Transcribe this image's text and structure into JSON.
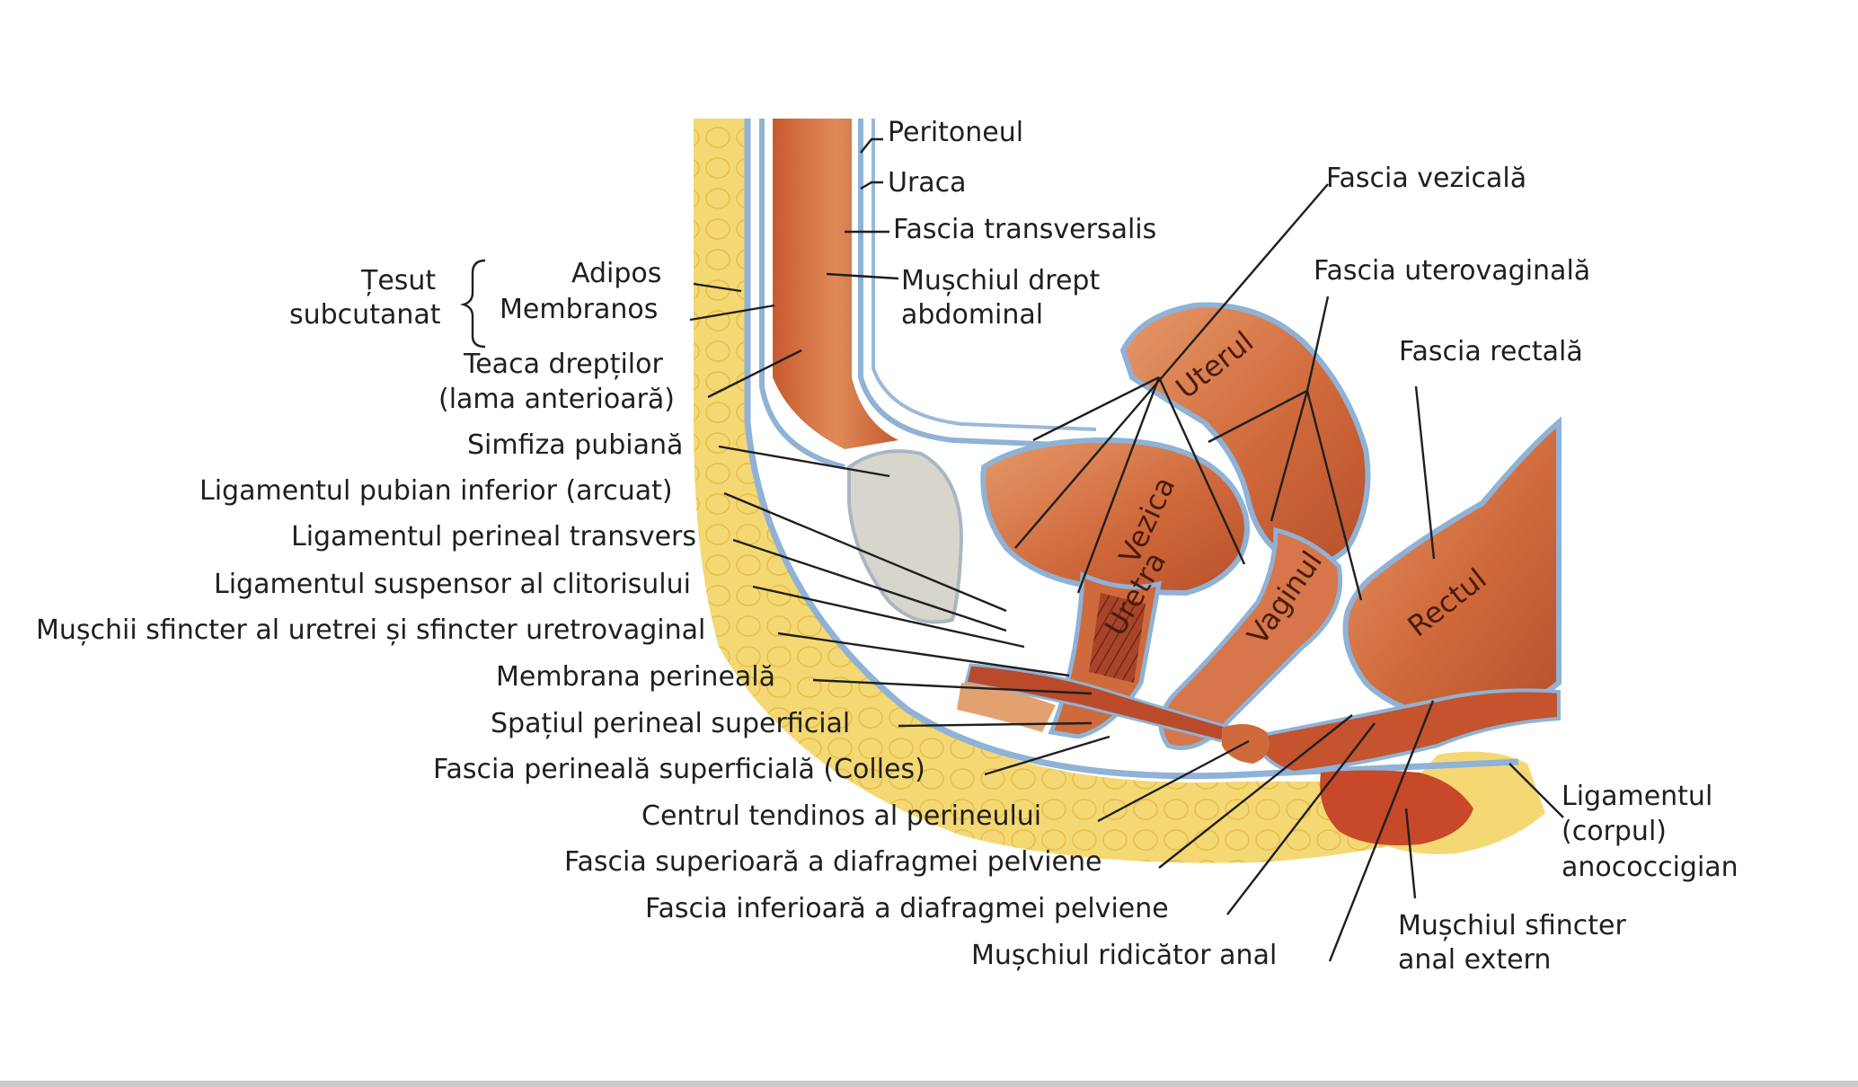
{
  "labels": {
    "peritoneul": "Peritoneul",
    "uraca": "Uraca",
    "fascia_transversalis": "Fascia transversalis",
    "muschiul_drept_1": "Mușchiul drept",
    "muschiul_drept_2": "abdominal",
    "tesut_1": "Țesut",
    "tesut_2": "subcutanat",
    "adipos": "Adipos",
    "membranos": "Membranos",
    "teaca_1": "Teaca drepților",
    "teaca_2": "(lama anterioară)",
    "simfiza": "Simfiza pubiană",
    "lig_pubian": "Ligamentul pubian inferior (arcuat)",
    "lig_perineal": "Ligamentul perineal transvers",
    "lig_suspensor": "Ligamentul suspensor al clitorisului",
    "muschii_sfincter": "Mușchii sfincter al uretrei și sfincter uretrovaginal",
    "membrana": "Membrana perineală",
    "spatiul": "Spațiul perineal superficial",
    "fascia_colles": "Fascia perineală superficială (Colles)",
    "centrul": "Centrul tendinos al perineului",
    "fascia_sup": "Fascia superioară a diafragmei pelviene",
    "fascia_inf": "Fascia inferioară a diafragmei pelviene",
    "ridicator": "Mușchiul ridicător anal",
    "fascia_vezicala": "Fascia vezicală",
    "fascia_utero": "Fascia uterovaginală",
    "fascia_rectala": "Fascia rectală",
    "lig_ano_1": "Ligamentul",
    "lig_ano_2": "(corpul)",
    "lig_ano_3": "anococcigian",
    "sfincter_anal_1": "Mușchiul sfincter",
    "sfincter_anal_2": "anal extern"
  },
  "organs": {
    "uterul": "Uterul",
    "vezica": "Vezica",
    "uretra": "Uretra",
    "vaginul": "Vaginul",
    "rectul": "Rectul"
  },
  "colors": {
    "muscle": "#d26a3c",
    "muscle_dark": "#b84f2a",
    "fat": "#f3d774",
    "fascia": "#8fb2d6",
    "bone": "#d8d6cc"
  }
}
